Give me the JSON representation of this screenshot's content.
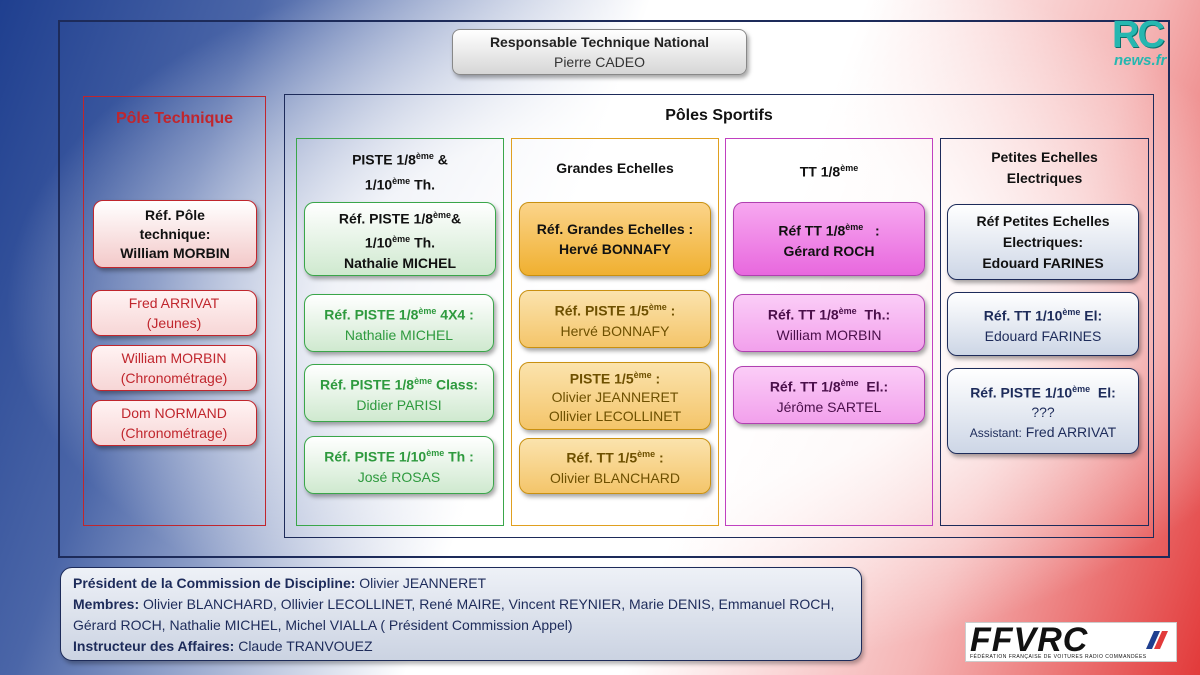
{
  "top": {
    "title": "Responsable Technique National",
    "name": "Pierre CADEO"
  },
  "pole_technique": {
    "title": "Pôle Technique",
    "main": {
      "line1": "Réf. Pôle",
      "line2": "technique:",
      "line3": "William MORBIN"
    },
    "subs": [
      {
        "name": "Fred ARRIVAT",
        "role": "(Jeunes)"
      },
      {
        "name": "William MORBIN",
        "role": "(Chronométrage)"
      },
      {
        "name": "Dom NORMAND",
        "role": "(Chronométrage)"
      }
    ]
  },
  "poles_sportifs": {
    "title": "Pôles Sportifs",
    "piste": {
      "hdr_a": "PISTE 1/8",
      "hdr_sup": "ème",
      "hdr_b": " &",
      "hdr_c": "1/10",
      "hdr_sup2": "ème",
      "hdr_d": " Th.",
      "main_a": "Réf. PISTE 1/8",
      "main_sup": "ème",
      "main_b": "&",
      "main_c": "1/10",
      "main_sup2": "ème",
      "main_d": " Th.",
      "main_name": "Nathalie MICHEL",
      "subs": [
        {
          "a": "Réf. PISTE 1/8",
          "sup": "ème",
          "b": " 4X4 :",
          "name": "Nathalie MICHEL"
        },
        {
          "a": "Réf. PISTE 1/8",
          "sup": "ème",
          "b": " Class:",
          "name": "Didier PARISI"
        },
        {
          "a": "Réf. PISTE 1/10",
          "sup": "ème",
          "b": " Th :",
          "name": "José ROSAS"
        }
      ]
    },
    "grandes": {
      "hdr": "Grandes Echelles",
      "main_a": "Réf. Grandes Echelles :",
      "main_name": "Hervé BONNAFY",
      "subs": [
        {
          "a": "Réf. PISTE 1/5",
          "sup": "ème",
          "b": " :",
          "name": "Hervé BONNAFY"
        },
        {
          "a": "PISTE 1/5",
          "sup": "ème",
          "b": " :",
          "name": "Olivier JEANNERET",
          "name2": "Ollivier LECOLLINET"
        },
        {
          "a": "Réf. TT 1/5",
          "sup": "ème",
          "b": " :",
          "name": "Olivier BLANCHARD"
        }
      ]
    },
    "tt": {
      "hdr_a": "TT 1/8",
      "hdr_sup": "ème",
      "main_a": "Réf TT 1/8",
      "main_sup": "ème",
      "main_b": "   :",
      "main_name": "Gérard ROCH",
      "subs": [
        {
          "a": "Réf. TT 1/8",
          "sup": "ème",
          "b": "  Th.:",
          "name": "William MORBIN"
        },
        {
          "a": "Réf. TT 1/8",
          "sup": "ème",
          "b": "  El.:",
          "name": "Jérôme SARTEL"
        }
      ]
    },
    "petites": {
      "hdr1": "Petites Echelles",
      "hdr2": "Electriques",
      "main1": "Réf Petites Echelles",
      "main2": "Electriques:",
      "main_name": "Edouard FARINES",
      "sub1": {
        "a": "Réf. TT 1/10",
        "sup": "ème",
        "b": " El:",
        "name": "Edouard FARINES"
      },
      "sub2": {
        "a": "Réf. PISTE 1/10",
        "sup": "ème",
        "b": "  El:",
        "name": "???",
        "assist_lbl": "Assistant:",
        "assist_name": " Fred ARRIVAT"
      }
    }
  },
  "discipline": {
    "pres_lbl": "Président de la Commission de Discipline:",
    "pres_val": " Olivier JEANNERET",
    "memb_lbl": "Membres:",
    "memb_val": " Olivier BLANCHARD, Ollivier LECOLLINET, René MAIRE, Vincent REYNIER, Marie DENIS, Emmanuel ROCH, Gérard ROCH, Nathalie MICHEL, Michel VIALLA ( Président Commission Appel)",
    "instr_lbl": "Instructeur des Affaires:",
    "instr_val": " Claude TRANVOUEZ"
  },
  "logos": {
    "rc": "RC",
    "rc_news": "news.fr",
    "ffvrc": "FFVRC",
    "ffvrc_sub": "FÉDÉRATION FRANÇAISE DE VOITURES RADIO COMMANDÉES"
  }
}
